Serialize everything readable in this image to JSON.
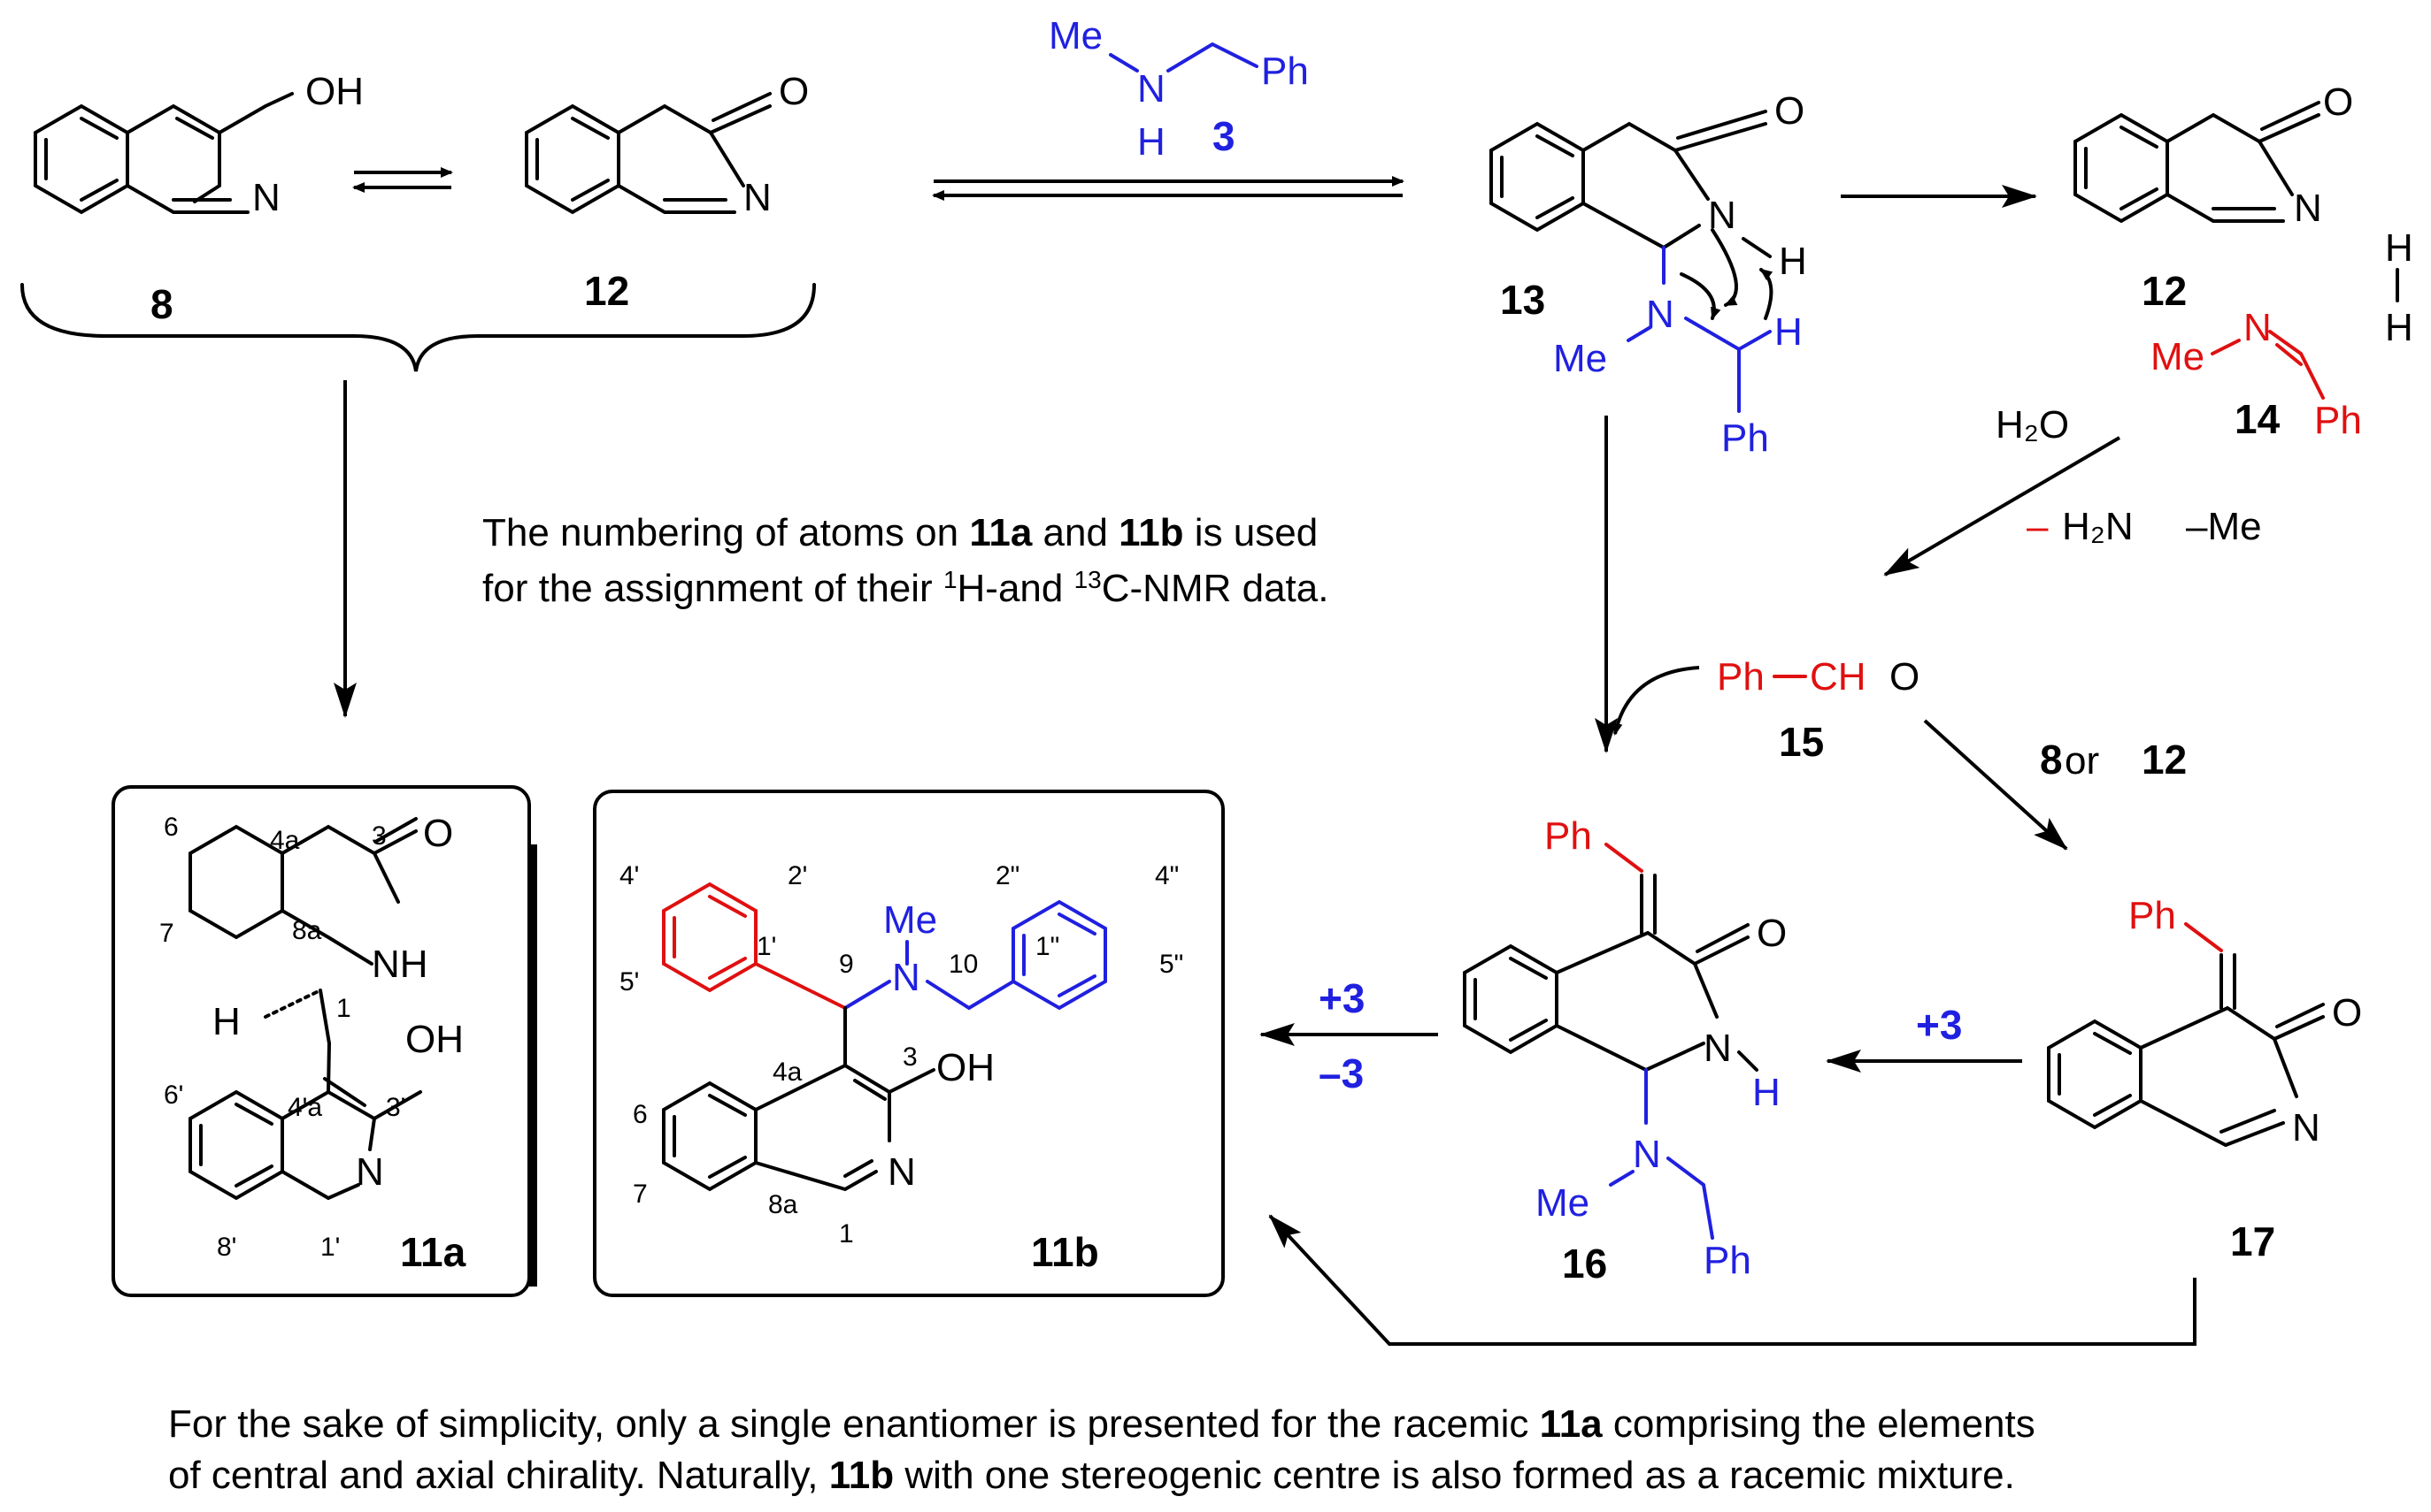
{
  "compounds": {
    "c8": {
      "label": "8",
      "oh": "OH",
      "n": "N"
    },
    "c12a": {
      "label": "12",
      "o": "O",
      "n": "N"
    },
    "amine3": {
      "me": "Me",
      "n": "N",
      "h": "H",
      "ph": "Ph",
      "label": "3"
    },
    "c13": {
      "label": "13",
      "o": "O",
      "n": "N",
      "h": "H",
      "n2": "N",
      "me": "Me",
      "h2": "H",
      "ph": "Ph"
    },
    "c12b": {
      "label": "12",
      "o": "O",
      "n": "N",
      "h1": "H",
      "h2": "H"
    },
    "c14": {
      "label": "14",
      "me": "Me",
      "n": "N",
      "ph": "Ph"
    },
    "c15": {
      "label": "15",
      "ph": "Ph",
      "cho": "CH",
      "o": "O"
    },
    "c16": {
      "label": "16",
      "ph": "Ph",
      "o": "O",
      "n": "N",
      "h": "H",
      "n2": "N",
      "me": "Me",
      "ph2": "Ph"
    },
    "c17": {
      "label": "17",
      "ph": "Ph",
      "o": "O",
      "n": "N"
    },
    "c11a": {
      "label": "11a",
      "o": "O",
      "nh": "NH",
      "h": "H",
      "oh": "OH",
      "n": "N",
      "pos": [
        "6",
        "4a",
        "3",
        "7",
        "8a",
        "1",
        "6'",
        "4'a",
        "3'",
        "8'",
        "1'"
      ]
    },
    "c11b": {
      "label": "11b",
      "me": "Me",
      "n": "N",
      "oh": "OH",
      "n2": "N",
      "pos": [
        "4'",
        "2'",
        "2\"",
        "4\"",
        "1'",
        "9",
        "10",
        "1\"",
        "5'",
        "5\"",
        "4a",
        "3",
        "6",
        "7",
        "8a",
        "1"
      ]
    }
  },
  "conditions": {
    "h2o": "H₂O",
    "minus_amine_prefix": "– ",
    "minus_amine_a": "H₂N",
    "minus_amine_b": "–Me",
    "reagent_8_or_12": {
      "a": "8",
      "b": " or ",
      "c": "12"
    },
    "plus3_a": "+3",
    "minus3": "–3",
    "plus3_b": "+3"
  },
  "notes": {
    "numbering_line1_a": "The numbering of atoms on ",
    "numbering_line1_b": "11a",
    "numbering_line1_c": " and ",
    "numbering_line1_d": "11b",
    "numbering_line1_e": " is used",
    "numbering_line2_a": "for the assignment of their ",
    "numbering_line2_sup1": "1",
    "numbering_line2_b": "H-and ",
    "numbering_line2_sup2": "13",
    "numbering_line2_c": "C-NMR data.",
    "footer_line1_a": "For the sake of simplicity, only a single enantiomer is presented for the racemic ",
    "footer_line1_b": "11a",
    "footer_line1_c": " comprising the elements",
    "footer_line2_a": "of central and axial chirality. Naturally, ",
    "footer_line2_b": "11b",
    "footer_line2_c": " with one stereogenic centre is also formed as a racemic mixture."
  },
  "colors": {
    "blue": "#2020e0",
    "red": "#e01010",
    "black": "#000000"
  }
}
